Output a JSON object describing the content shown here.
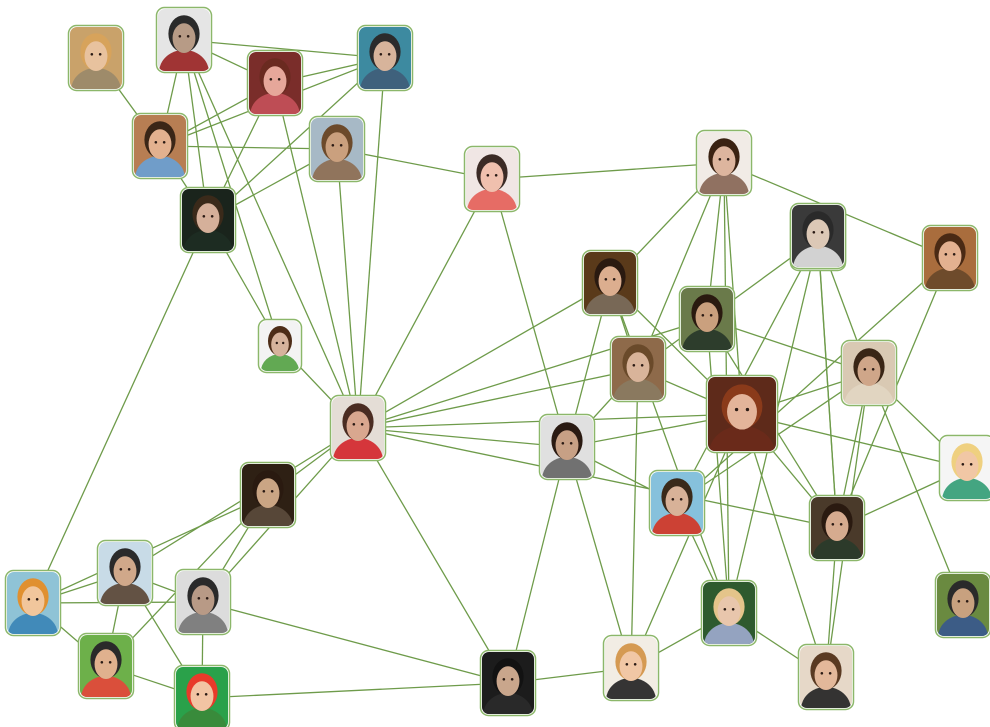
{
  "graph": {
    "edge_color": "#6e9b4a",
    "frame_color": "#8cb76a",
    "nodes": [
      {
        "id": "n1",
        "bg": "#c9a26a",
        "skin": "#e8c29e",
        "hair": "#d7a35b",
        "shirt": "#9c8a6a",
        "size": "m"
      },
      {
        "id": "n2",
        "bg": "#e5e5e5",
        "skin": "#b79b86",
        "hair": "#2a2a2a",
        "shirt": "#9c2a2a",
        "size": "m"
      },
      {
        "id": "n3",
        "bg": "#7a2d2a",
        "skin": "#e6a79a",
        "hair": "#6a2a20",
        "shirt": "#c24f57",
        "size": "m"
      },
      {
        "id": "n4",
        "bg": "#3d8aa0",
        "skin": "#d7b49b",
        "hair": "#2b2b2b",
        "shirt": "#3f5f7a",
        "size": "m"
      },
      {
        "id": "n5",
        "bg": "#b77e53",
        "skin": "#e3b18f",
        "hair": "#3a2617",
        "shirt": "#6c9fd0",
        "size": "m"
      },
      {
        "id": "n6",
        "bg": "#a7b9c6",
        "skin": "#caa07e",
        "hair": "#6c4a2b",
        "shirt": "#8e7056",
        "size": "m"
      },
      {
        "id": "n7",
        "bg": "#1a241c",
        "skin": "#d5b09a",
        "hair": "#3a2a1a",
        "shirt": "#1d2d23",
        "size": "m"
      },
      {
        "id": "n8",
        "bg": "#f0e6e4",
        "skin": "#f0c0ae",
        "hair": "#3b2a25",
        "shirt": "#e5655e",
        "size": "m"
      },
      {
        "id": "n9",
        "bg": "#f3f3f3",
        "skin": "#d6b39c",
        "hair": "#4d2d18",
        "shirt": "#5aa44a",
        "size": "s"
      },
      {
        "id": "n10",
        "bg": "#e4ddd6",
        "skin": "#d9a78f",
        "hair": "#4a2c22",
        "shirt": "#d42c33",
        "size": "m"
      },
      {
        "id": "n11",
        "bg": "#2e2014",
        "skin": "#caa584",
        "hair": "#2a1a10",
        "shirt": "#5a4a3a",
        "size": "m"
      },
      {
        "id": "n12",
        "bg": "#c8dbe7",
        "skin": "#d0a88a",
        "hair": "#2a2a2a",
        "shirt": "#5e4b3b",
        "size": "m"
      },
      {
        "id": "n13",
        "bg": "#8fc3d6",
        "skin": "#f1c69c",
        "hair": "#e09030",
        "shirt": "#3d87b7",
        "size": "m"
      },
      {
        "id": "n14",
        "bg": "#dcdcdc",
        "skin": "#b89a86",
        "hair": "#2a2a2a",
        "shirt": "#7a7a7a",
        "size": "m"
      },
      {
        "id": "n15",
        "bg": "#6db04a",
        "skin": "#e0b18e",
        "hair": "#2a2a2a",
        "shirt": "#e04a3a",
        "size": "m"
      },
      {
        "id": "n16",
        "bg": "#2aa14a",
        "skin": "#f2c4a3",
        "hair": "#e83a2a",
        "shirt": "#3a8a3a",
        "size": "m"
      },
      {
        "id": "n17",
        "bg": "#1c1c1c",
        "skin": "#c9a68c",
        "hair": "#121212",
        "shirt": "#2a2a2a",
        "size": "m"
      },
      {
        "id": "n18",
        "bg": "#f2ede4",
        "skin": "#f1c7a5",
        "hair": "#d59a52",
        "shirt": "#2a2a2a",
        "size": "m"
      },
      {
        "id": "n19",
        "bg": "#e0e0e0",
        "skin": "#c7a085",
        "hair": "#2a1a12",
        "shirt": "#6a6a6a",
        "size": "m"
      },
      {
        "id": "n20",
        "bg": "#5a3a1a",
        "skin": "#dcae8f",
        "hair": "#2a1a10",
        "shirt": "#7a6a5a",
        "size": "m"
      },
      {
        "id": "n21",
        "bg": "#8e6a4a",
        "skin": "#d9b49a",
        "hair": "#6a4a2a",
        "shirt": "#8a7a60",
        "size": "m"
      },
      {
        "id": "n22",
        "bg": "#f1ebe6",
        "skin": "#ddb59e",
        "hair": "#3a2212",
        "shirt": "#8a6a5a",
        "size": "m"
      },
      {
        "id": "n23",
        "bg": "#5e2a1a",
        "skin": "#e3b49a",
        "hair": "#8a3a1a",
        "shirt": "#6a2a1a",
        "size": "l"
      },
      {
        "id": "n24",
        "bg": "#6a7a4a",
        "skin": "#caa07e",
        "hair": "#2a1a10",
        "shirt": "#2a3a2a",
        "size": "m"
      },
      {
        "id": "n25",
        "bg": "#86c1dc",
        "skin": "#d8b298",
        "hair": "#3a2a1a",
        "shirt": "#d03a2a",
        "size": "m"
      },
      {
        "id": "n26",
        "bg": "#2e5a2e",
        "skin": "#e8c6ac",
        "hair": "#e4c48a",
        "shirt": "#9aa8c8",
        "size": "m"
      },
      {
        "id": "n27",
        "bg": "#e6d8c8",
        "skin": "#e3b89a",
        "hair": "#5a3a22",
        "shirt": "#2a2a2a",
        "size": "m"
      },
      {
        "id": "n28",
        "bg": "#4a3a2a",
        "skin": "#d6ab8f",
        "hair": "#2a1a10",
        "shirt": "#2a3a2a",
        "size": "m"
      },
      {
        "id": "n29",
        "bg": "#a96d3d",
        "skin": "#e3b190",
        "hair": "#4a2a14",
        "shirt": "#6a4a2a",
        "size": "m"
      },
      {
        "id": "n30",
        "bg": "#f5f5f5",
        "skin": "#f1c7a5",
        "hair": "#efd080",
        "shirt": "#3aa07a",
        "size": "m"
      },
      {
        "id": "n31",
        "bg": "#d9c9b3",
        "skin": "#cfa689",
        "hair": "#3a2616",
        "shirt": "#e2d6c2",
        "size": "m"
      },
      {
        "id": "n32",
        "bg": "#4a2c1c",
        "skin": "#e8bea4",
        "hair": "#3a2414",
        "shirt": "#7a4a3a",
        "size": "m"
      },
      {
        "id": "n33",
        "bg": "#6a8a40",
        "skin": "#c8a17f",
        "hair": "#2a2a2a",
        "shirt": "#3a5a8a",
        "size": "m"
      },
      {
        "id": "n34",
        "bg": "#3a3a3a",
        "skin": "#dcc8b6",
        "hair": "#2a2a2a",
        "shirt": "#dadada",
        "size": "m"
      }
    ],
    "edges": [
      [
        "n1",
        "n5"
      ],
      [
        "n2",
        "n5"
      ],
      [
        "n2",
        "n4"
      ],
      [
        "n2",
        "n3"
      ],
      [
        "n2",
        "n7"
      ],
      [
        "n2",
        "n10"
      ],
      [
        "n2",
        "n9"
      ],
      [
        "n3",
        "n4"
      ],
      [
        "n3",
        "n5"
      ],
      [
        "n3",
        "n7"
      ],
      [
        "n3",
        "n10"
      ],
      [
        "n4",
        "n5"
      ],
      [
        "n4",
        "n7"
      ],
      [
        "n4",
        "n10"
      ],
      [
        "n5",
        "n6"
      ],
      [
        "n5",
        "n7"
      ],
      [
        "n6",
        "n7"
      ],
      [
        "n6",
        "n8"
      ],
      [
        "n6",
        "n10"
      ],
      [
        "n7",
        "n9"
      ],
      [
        "n7",
        "n13"
      ],
      [
        "n9",
        "n10"
      ],
      [
        "n8",
        "n10"
      ],
      [
        "n8",
        "n19"
      ],
      [
        "n8",
        "n22"
      ],
      [
        "n10",
        "n12"
      ],
      [
        "n10",
        "n20"
      ],
      [
        "n10",
        "n19"
      ],
      [
        "n10",
        "n21"
      ],
      [
        "n10",
        "n23"
      ],
      [
        "n10",
        "n24"
      ],
      [
        "n10",
        "n28"
      ],
      [
        "n10",
        "n11"
      ],
      [
        "n10",
        "n14"
      ],
      [
        "n10",
        "n17"
      ],
      [
        "n11",
        "n13"
      ],
      [
        "n11",
        "n14"
      ],
      [
        "n11",
        "n15"
      ],
      [
        "n12",
        "n13"
      ],
      [
        "n12",
        "n14"
      ],
      [
        "n12",
        "n15"
      ],
      [
        "n12",
        "n16"
      ],
      [
        "n13",
        "n15"
      ],
      [
        "n13",
        "n14"
      ],
      [
        "n14",
        "n16"
      ],
      [
        "n14",
        "n17"
      ],
      [
        "n15",
        "n16"
      ],
      [
        "n16",
        "n17"
      ],
      [
        "n17",
        "n18"
      ],
      [
        "n17",
        "n19"
      ],
      [
        "n18",
        "n19"
      ],
      [
        "n18",
        "n26"
      ],
      [
        "n18",
        "n21"
      ],
      [
        "n18",
        "n23"
      ],
      [
        "n19",
        "n20"
      ],
      [
        "n19",
        "n21"
      ],
      [
        "n19",
        "n25"
      ],
      [
        "n19",
        "n23"
      ],
      [
        "n20",
        "n23"
      ],
      [
        "n20",
        "n26"
      ],
      [
        "n20",
        "n21"
      ],
      [
        "n20",
        "n22"
      ],
      [
        "n21",
        "n22"
      ],
      [
        "n21",
        "n23"
      ],
      [
        "n21",
        "n24"
      ],
      [
        "n22",
        "n24"
      ],
      [
        "n22",
        "n26"
      ],
      [
        "n22",
        "n23"
      ],
      [
        "n23",
        "n27"
      ],
      [
        "n23",
        "n30"
      ],
      [
        "n23",
        "n31"
      ],
      [
        "n23",
        "n28"
      ],
      [
        "n24",
        "n31"
      ],
      [
        "n24",
        "n28"
      ],
      [
        "n24",
        "n32"
      ],
      [
        "n24",
        "n26"
      ],
      [
        "n25",
        "n31"
      ],
      [
        "n25",
        "n26"
      ],
      [
        "n25",
        "n32"
      ],
      [
        "n26",
        "n32"
      ],
      [
        "n26",
        "n27"
      ],
      [
        "n27",
        "n28"
      ],
      [
        "n27",
        "n31"
      ],
      [
        "n28",
        "n31"
      ],
      [
        "n28",
        "n30"
      ],
      [
        "n28",
        "n32"
      ],
      [
        "n29",
        "n28"
      ],
      [
        "n29",
        "n25"
      ],
      [
        "n29",
        "n22"
      ],
      [
        "n31",
        "n30"
      ],
      [
        "n31",
        "n33"
      ],
      [
        "n31",
        "n34"
      ],
      [
        "n34",
        "n28"
      ]
    ]
  }
}
